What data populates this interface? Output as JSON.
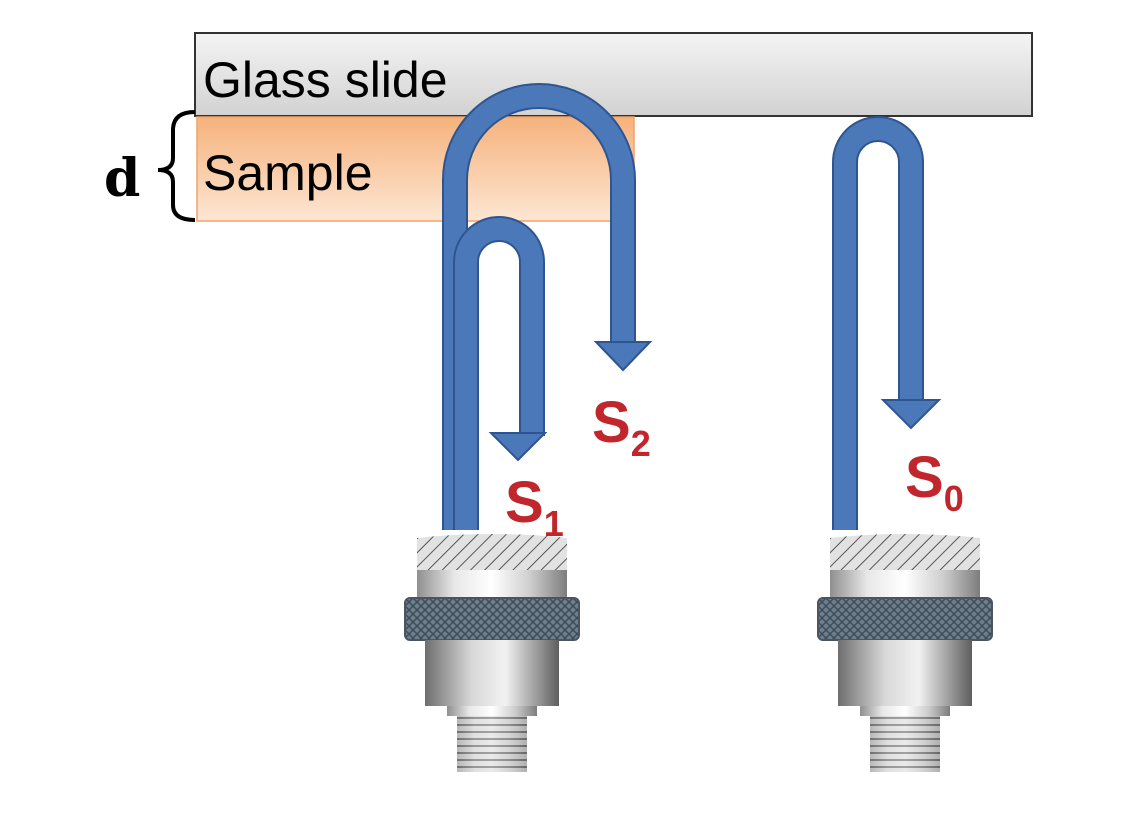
{
  "labels": {
    "glass_slide": "Glass slide",
    "sample": "Sample",
    "thickness": "d"
  },
  "signals": [
    {
      "base": "S",
      "sub": "1"
    },
    {
      "base": "S",
      "sub": "2"
    },
    {
      "base": "S",
      "sub": "0"
    }
  ],
  "colors": {
    "arrow": "#4a78b8",
    "signal_text": "#c0262c",
    "sample_fill": "#f7bf8f",
    "slide_fill": "#e6e6e6"
  },
  "icons": [
    "ultrasonic-transducer-icon",
    "ultrasonic-transducer-icon"
  ]
}
